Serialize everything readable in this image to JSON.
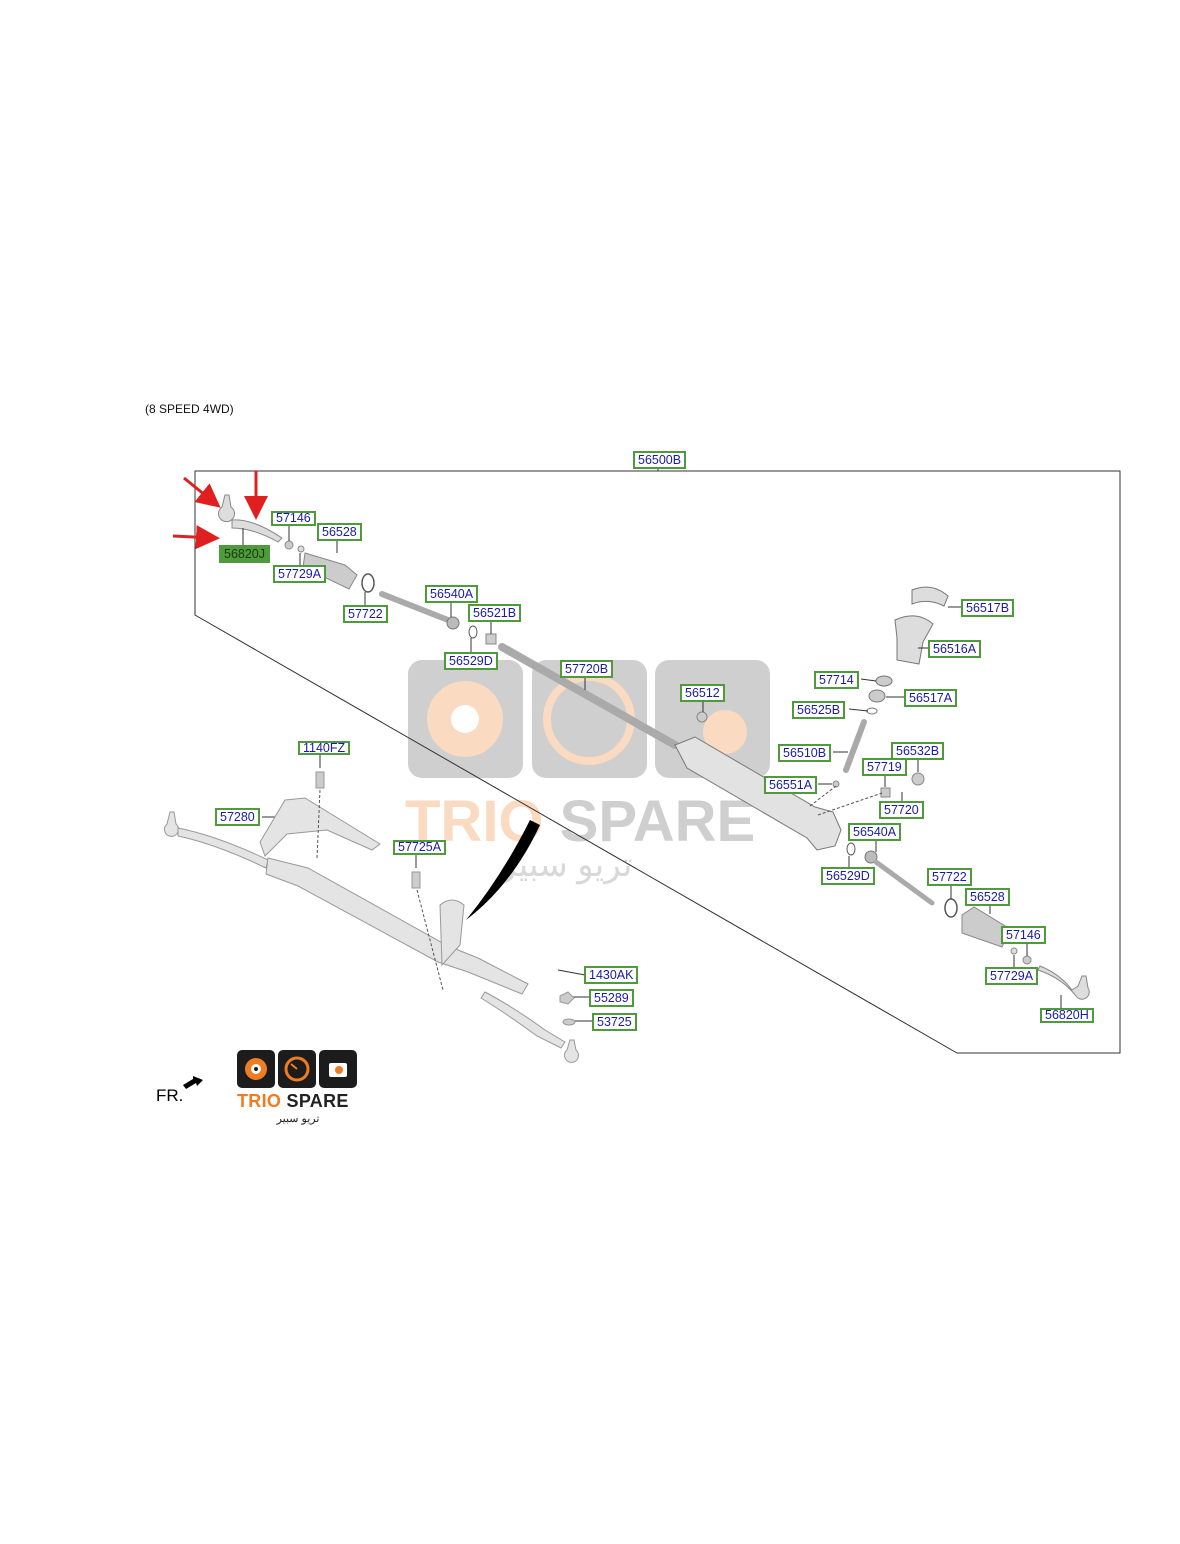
{
  "header": {
    "variant": "(8 SPEED 4WD)"
  },
  "assembly_label": "56500B",
  "parts": {
    "p57146_l": "57146",
    "p56528_l": "56528",
    "p56820J": "56820J",
    "p57729A_l": "57729A",
    "p57722_l": "57722",
    "p56540A_l": "56540A",
    "p56521B": "56521B",
    "p56529D_l": "56529D",
    "p57720B": "57720B",
    "p56517B": "56517B",
    "p56516A": "56516A",
    "p57714": "57714",
    "p56512": "56512",
    "p56517A": "56517A",
    "p56525B": "56525B",
    "p56510B": "56510B",
    "p56532B": "56532B",
    "p57719": "57719",
    "p56551A": "56551A",
    "p57720": "57720",
    "p56540A_r": "56540A",
    "p56529D_r": "56529D",
    "p57722_r": "57722",
    "p56528_r": "56528",
    "p57146_r": "57146",
    "p57729A_r": "57729A",
    "p56820H": "56820H",
    "p1140FZ": "1140FZ",
    "p57280": "57280",
    "p57725A": "57725A",
    "p1430AK": "1430AK",
    "p55289": "55289",
    "p53725": "53725"
  },
  "selected_part": "56820J",
  "orientation": {
    "label": "FR."
  },
  "logo": {
    "brand_a": "TRIO",
    "brand_b": "SPARE",
    "arabic": "تريو سبير"
  },
  "colors": {
    "label_border": "#4f9a3c",
    "label_text": "#1a1aa8",
    "arrow": "#e02020",
    "brand_orange": "#f07c22"
  }
}
